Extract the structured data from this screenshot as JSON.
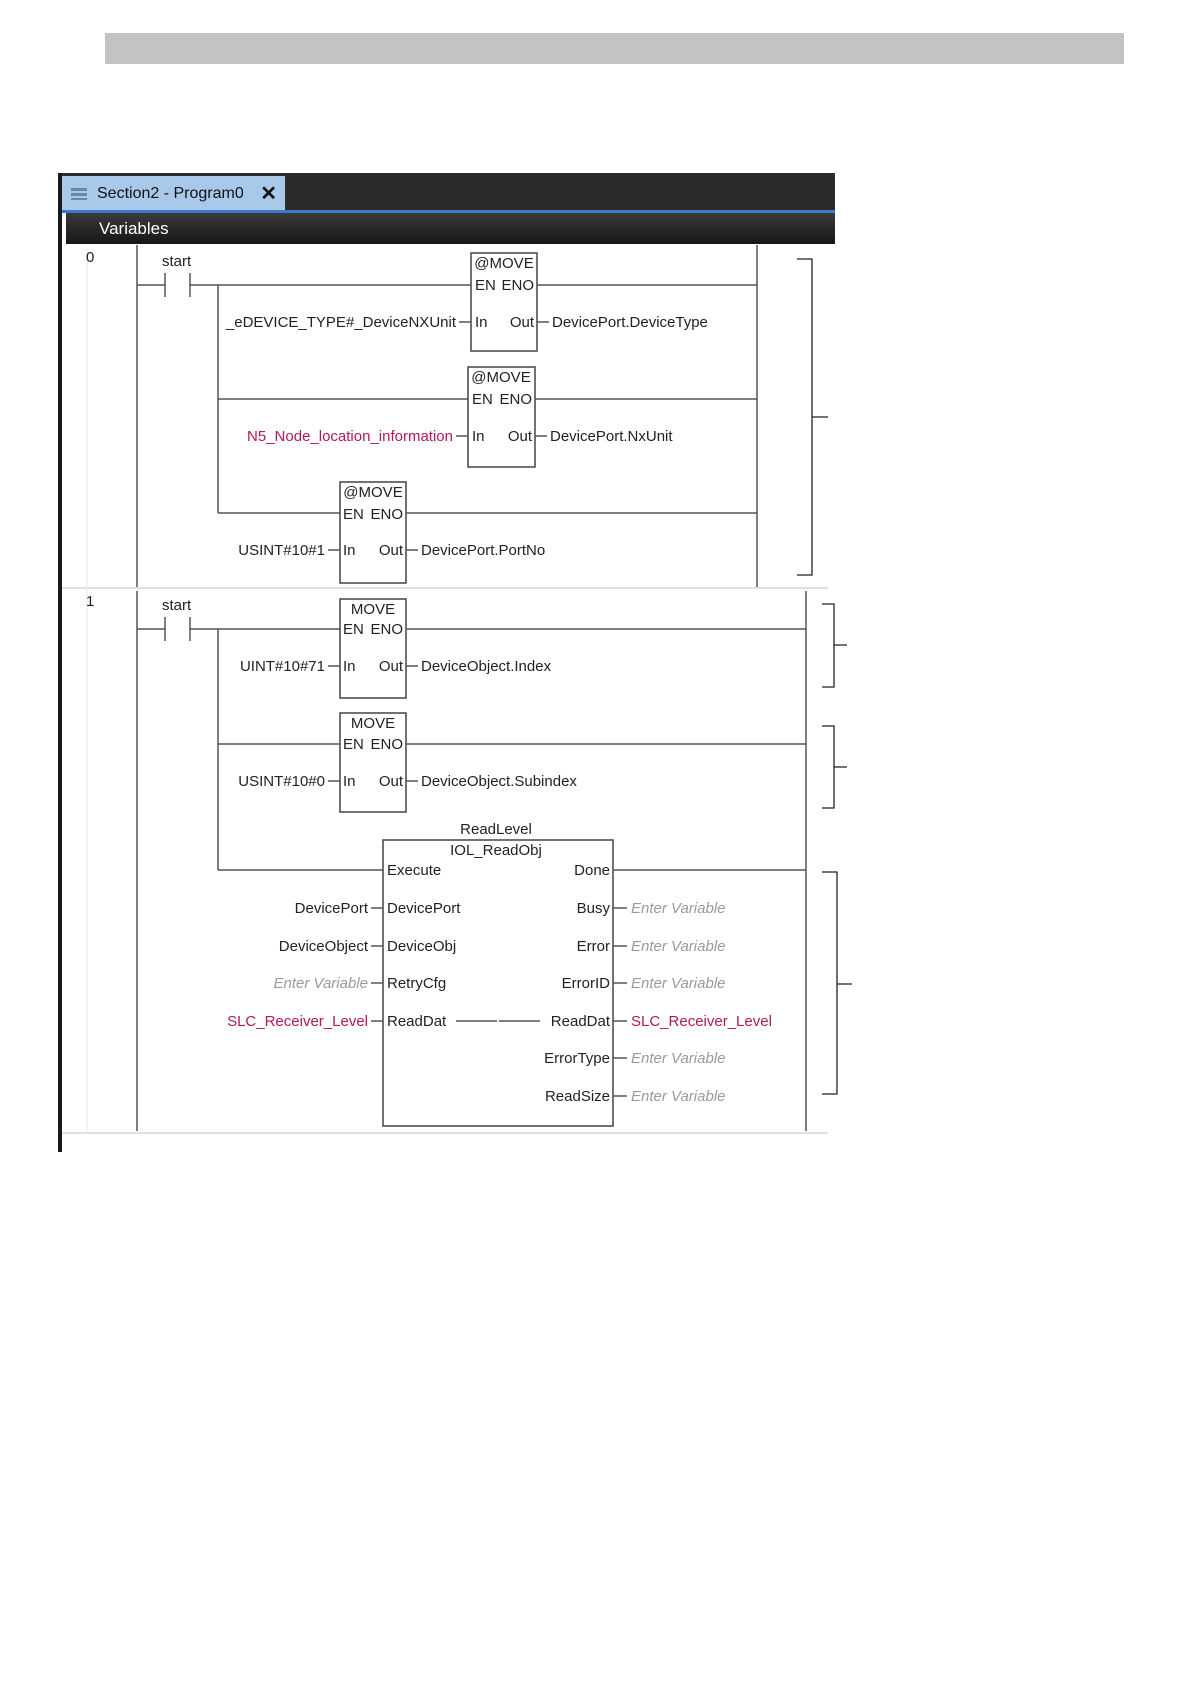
{
  "window": {
    "tab_title": "Section2 - Program0",
    "tab_close": "✕",
    "variables_label": "Variables"
  },
  "rungs": [
    {
      "number": "0",
      "contact": "start",
      "blocks": [
        {
          "name": "@MOVE",
          "en": "EN",
          "eno": "ENO",
          "in": "In",
          "out": "Out",
          "in_var": "_eDEVICE_TYPE#_DeviceNXUnit",
          "out_var": "DevicePort.DeviceType"
        },
        {
          "name": "@MOVE",
          "en": "EN",
          "eno": "ENO",
          "in": "In",
          "out": "Out",
          "in_var": "N5_Node_location_information",
          "out_var": "DevicePort.NxUnit"
        },
        {
          "name": "@MOVE",
          "en": "EN",
          "eno": "ENO",
          "in": "In",
          "out": "Out",
          "in_var": "USINT#10#1",
          "out_var": "DevicePort.PortNo"
        }
      ]
    },
    {
      "number": "1",
      "contact": "start",
      "blocks": [
        {
          "name": "MOVE",
          "en": "EN",
          "eno": "ENO",
          "in": "In",
          "out": "Out",
          "in_var": "UINT#10#71",
          "out_var": "DeviceObject.Index"
        },
        {
          "name": "MOVE",
          "en": "EN",
          "eno": "ENO",
          "in": "In",
          "out": "Out",
          "in_var": "USINT#10#0",
          "out_var": "DeviceObject.Subindex"
        }
      ],
      "fb": {
        "instance": "ReadLevel",
        "type": "IOL_ReadObj",
        "inputs": [
          {
            "pin": "Execute",
            "var": ""
          },
          {
            "pin": "DevicePort",
            "var": "DevicePort"
          },
          {
            "pin": "DeviceObj",
            "var": "DeviceObject"
          },
          {
            "pin": "RetryCfg",
            "var": "Enter Variable"
          },
          {
            "pin": "ReadDat",
            "var": "SLC_Receiver_Level"
          }
        ],
        "outputs": [
          {
            "pin": "Done",
            "var": ""
          },
          {
            "pin": "Busy",
            "var": "Enter Variable"
          },
          {
            "pin": "Error",
            "var": "Enter Variable"
          },
          {
            "pin": "ErrorID",
            "var": "Enter Variable"
          },
          {
            "pin": "ReadDat",
            "var": "SLC_Receiver_Level"
          },
          {
            "pin": "ErrorType",
            "var": "Enter Variable"
          },
          {
            "pin": "ReadSize",
            "var": "Enter Variable"
          }
        ]
      }
    }
  ],
  "colors": {
    "variable_red": "#b3185a",
    "placeholder_gray": "#9a9a9a",
    "tab_blue": "#a9c9ea"
  }
}
